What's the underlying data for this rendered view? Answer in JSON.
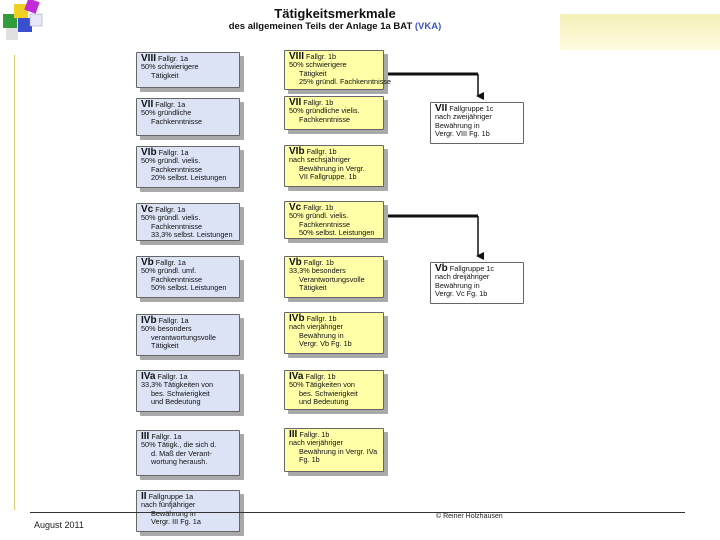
{
  "document": {
    "title": "Tätigkeitsmerkmale",
    "subtitle_pre": "des allgemeinen Teils der Anlage 1a BAT ",
    "subtitle_vka": "(VKA)",
    "copyright": "© Reiner Holzhausen"
  },
  "footer": {
    "date": "August 2011"
  },
  "left_column": [
    {
      "grp": "VIII",
      "head": " Fallgr. 1a",
      "lines": [
        "50% schwierigere",
        "Tätigkeit"
      ]
    },
    {
      "grp": "VII",
      "head": " Fallgr. 1a",
      "lines": [
        "50% gründliche",
        "Fachkenntnisse"
      ]
    },
    {
      "grp": "VIb",
      "head": " Fallgr. 1a",
      "lines": [
        "50% gründl. vielis.",
        "Fachkenntnisse",
        "20% selbst. Leistungen"
      ]
    },
    {
      "grp": "Vc",
      "head": " Fallgr. 1a",
      "lines": [
        "50% gründl. vielis.",
        "Fachkenntnisse",
        "33,3% selbst. Leistungen"
      ]
    },
    {
      "grp": "Vb",
      "head": " Fallgr. 1a",
      "lines": [
        "50% gründl. umf.",
        "Fachkenntnisse",
        "50% selbst. Leistungen"
      ]
    },
    {
      "grp": "IVb",
      "head": " Fallgr. 1a",
      "lines": [
        "50% besonders",
        "verantwortungsvolle",
        "Tätigkeit"
      ]
    },
    {
      "grp": "IVa",
      "head": " Fallgr. 1a",
      "lines": [
        "33,3% Tätigkeiten von",
        "bes. Schwierigkeit",
        "und Bedeutung"
      ]
    },
    {
      "grp": "III",
      "head": " Fallgr. 1a",
      "lines": [
        "50% Tätigk., die sich d.",
        "d. Maß der Verant-",
        "wortung heraush."
      ]
    },
    {
      "grp": "II",
      "head": " Fallgruppe 1a",
      "lines": [
        "nach fünfjähriger",
        "Bewährung in",
        "Vergr. III Fg. 1a"
      ]
    }
  ],
  "middle_column": [
    {
      "grp": "VIII",
      "head": " Fallgr. 1b",
      "lines": [
        "50% schwierigere",
        "Tätigkeit",
        "25% gründl. Fachkenntnisse"
      ]
    },
    {
      "grp": "VII",
      "head": " Fallgr. 1b",
      "lines": [
        "50% gründliche vielis.",
        "Fachkenntnisse"
      ]
    },
    {
      "grp": "VIb",
      "head": " Fallgr. 1b",
      "lines": [
        "nach sechsjähriger",
        "Bewährung in Vergr.",
        "VII Fallgruppe. 1b"
      ]
    },
    {
      "grp": "Vc",
      "head": " Fallgr. 1b",
      "lines": [
        "50% gründl. vielis.",
        "Fachkenntnisse",
        "50% selbst. Leistungen"
      ]
    },
    {
      "grp": "Vb",
      "head": " Fallgr. 1b",
      "lines": [
        "33,3% besonders",
        "Verantwortungsvolle",
        "Tätigkeit"
      ]
    },
    {
      "grp": "IVb",
      "head": " Fallgr. 1b",
      "lines": [
        "nach vierjähriger",
        "Bewährung in",
        "Vergr. Vb Fg. 1b"
      ]
    },
    {
      "grp": "IVa",
      "head": " Fallgr. 1b",
      "lines": [
        "50% Tätigkeiten von",
        "bes. Schwierigkeit",
        "und Bedeutung"
      ]
    },
    {
      "grp": "III",
      "head": " Fallgr. 1b",
      "lines": [
        "nach vierjähriger",
        "Bewährung in Vergr. IVa",
        "Fg. 1b"
      ]
    }
  ],
  "right_column": [
    {
      "grp": "VII",
      "head": " Fallgruppe 1c",
      "lines": [
        "nach zweijähriger",
        "Bewährung in",
        "Vergr. VIII Fg. 1b"
      ]
    },
    {
      "grp": "Vb",
      "head": " Fallgruppe 1c",
      "lines": [
        "nach dreijähriger",
        "Bewährung in",
        "Vergr. Vc Fg. 1b"
      ]
    }
  ],
  "colors": {
    "left_box": "#dbe3f5",
    "middle_box": "#ffffa8",
    "right_box": "#ffffff",
    "shadow": "#a9a9a9",
    "vka": "#3a56c8"
  }
}
